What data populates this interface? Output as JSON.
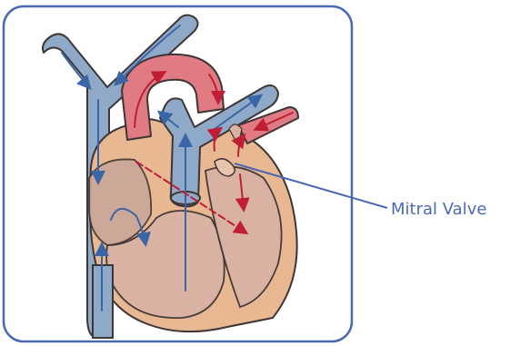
{
  "diagram": {
    "callout": {
      "label": "Mitral Valve"
    },
    "colors": {
      "frame": "#4a69b2",
      "vein_blue": "#8fa9c8",
      "vein_blue_dark": "#6f8db0",
      "artery_red": "#e07a83",
      "artery_red_dark": "#c4505c",
      "heart_tan": "#e8b892",
      "heart_inner": "#c9a79a",
      "heart_chamber": "#d9b2a4",
      "outline": "#3e3535",
      "arrow_blue": "#3a66a8",
      "arrow_red": "#c01e35",
      "label": "#4a69b2"
    },
    "icons": [
      "heart-illustration",
      "flow-arrow"
    ]
  }
}
